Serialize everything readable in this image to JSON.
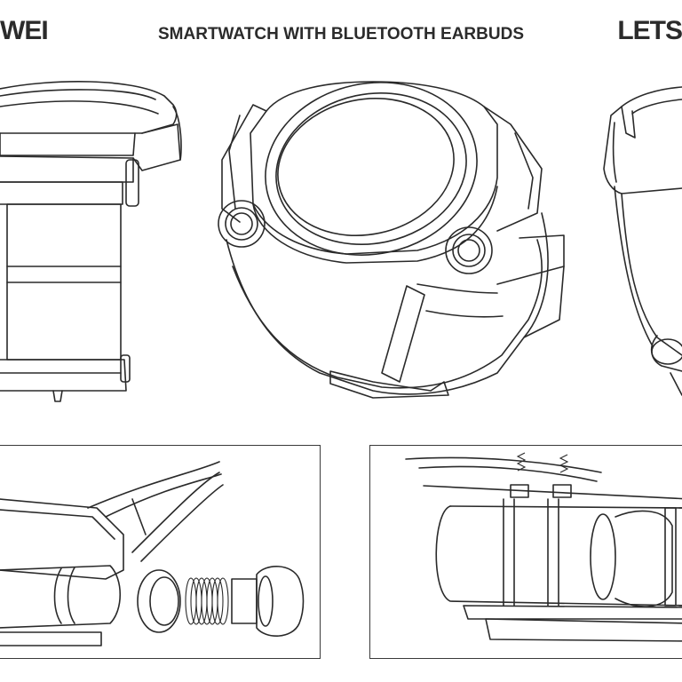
{
  "header": {
    "brand_left": "WEI",
    "title": "SMARTWATCH WITH BLUETOOTH EARBUDS",
    "brand_right": "LETS"
  },
  "colors": {
    "ink": "#2a2a2a",
    "background": "#ffffff"
  },
  "figures": [
    {
      "name": "side-view"
    },
    {
      "name": "perspective-view"
    },
    {
      "name": "rear-view"
    },
    {
      "name": "earbud-exploded-view"
    },
    {
      "name": "earbud-bottom-view"
    }
  ]
}
